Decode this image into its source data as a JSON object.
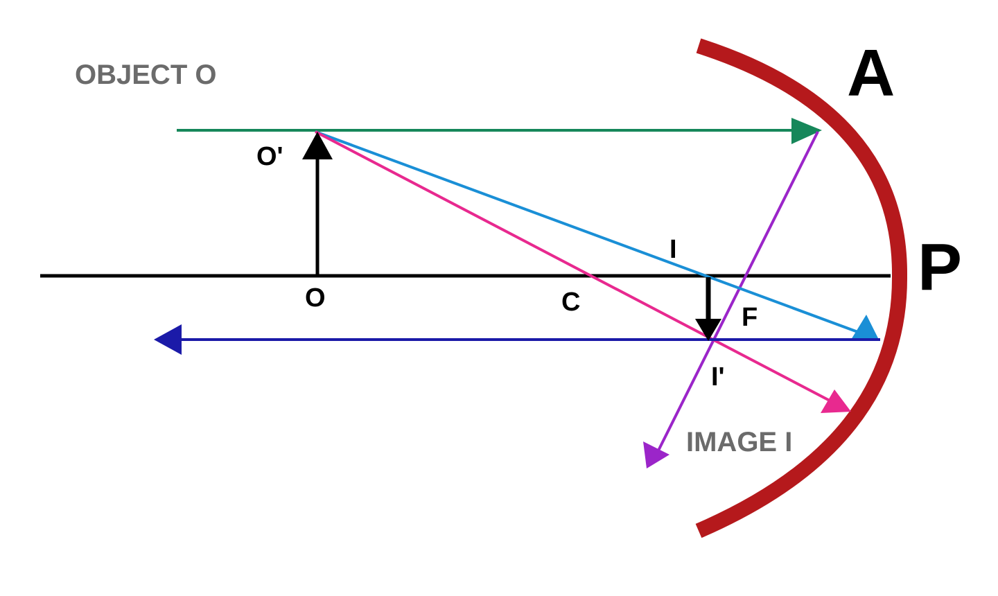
{
  "labels": {
    "object_title": "OBJECT O",
    "image_title": "IMAGE I",
    "object_tip": "O'",
    "object_base": "O",
    "center": "C",
    "focus": "F",
    "image_base": "I",
    "image_tip": "I'",
    "mirror_edge": "A",
    "pole": "P"
  },
  "colors": {
    "mirror": "#b5191c",
    "ray_parallel": "#16875a",
    "ray_pole": "#1a8fd6",
    "ray_center": "#e8298f",
    "ray_focus_reflected": "#9b25c9",
    "ray_return": "#1b1aa8",
    "axis": "#000000",
    "label_grey": "#6b6b6b"
  }
}
